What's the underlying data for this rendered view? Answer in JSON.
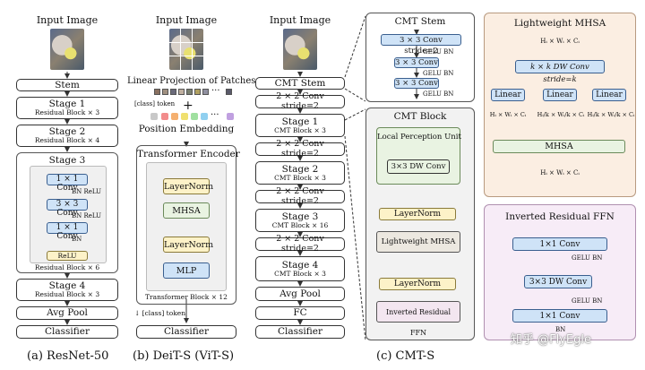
{
  "resnet": {
    "input_label": "Input Image",
    "stem": "Stem",
    "stage1": {
      "title": "Stage 1",
      "sub": "Residual Block × 3"
    },
    "stage2": {
      "title": "Stage 2",
      "sub": "Residual Block × 4"
    },
    "stage3": {
      "title": "Stage 3",
      "conv1": "1 × 1 Conv",
      "bn_relu1": "BN ReLU",
      "conv2": "3 × 3 Conv",
      "bn_relu2": "BN ReLU",
      "conv3": "1 × 1 Conv",
      "bn": "BN",
      "relu": "ReLU",
      "sub": "Residual Block × 6"
    },
    "stage4": {
      "title": "Stage 4",
      "sub": "Residual Block × 3"
    },
    "avgpool": "Avg Pool",
    "classifier": "Classifier",
    "caption": "(a)  ResNet-50"
  },
  "deit": {
    "input_label": "Input Image",
    "linear_proj": "Linear Projection of Patches",
    "class_token": "[class] token",
    "plus": "+",
    "pos_embed": "Position Embedding",
    "encoder_title": "Transformer Encoder",
    "layernorm1": "LayerNorm",
    "mhsa": "MHSA",
    "layernorm2": "LayerNorm",
    "mlp": "MLP",
    "block_sub": "Transformer Block × 12",
    "out_token": "[class] token",
    "classifier": "Classifier",
    "caption": "(b)  DeiT-S (ViT-S)",
    "dots": "···"
  },
  "cmt": {
    "input_label": "Input Image",
    "stem": "CMT Stem",
    "conv_s2_a": "2 × 2 Conv stride=2",
    "stage1": {
      "title": "Stage 1",
      "sub": "CMT Block × 3"
    },
    "conv_s2_b": "2 × 2 Conv stride=2",
    "stage2": {
      "title": "Stage 2",
      "sub": "CMT Block × 3"
    },
    "conv_s2_c": "2 × 2 Conv stride=2",
    "stage3": {
      "title": "Stage 3",
      "sub": "CMT Block × 16"
    },
    "conv_s2_d": "2 × 2 Conv stride=2",
    "stage4": {
      "title": "Stage 4",
      "sub": "CMT Block × 3"
    },
    "avgpool": "Avg Pool",
    "fc": "FC",
    "classifier": "Classifier",
    "caption": "(c)  CMT-S"
  },
  "cmt_stem": {
    "title": "CMT Stem",
    "conv1": "3 × 3 Conv stride=2",
    "gelu1": "GELU BN",
    "conv2": "3 × 3 Conv",
    "gelu2": "GELU BN",
    "conv3": "3 × 3 Conv",
    "gelu3": "GELU BN"
  },
  "cmt_block": {
    "title": "CMT Block",
    "lpu": "Local Perception Unit",
    "dwconv": "3×3 DW Conv",
    "layernorm1": "LayerNorm",
    "lmhsa": "Lightweight MHSA",
    "layernorm2": "LayerNorm",
    "irffn": "Inverted Residual FFN"
  },
  "lmhsa": {
    "title": "Lightweight MHSA",
    "in_dim": "Hᵢ × Wᵢ × Cᵢ",
    "dwconv": "k × k DW Conv stride=k",
    "linear1": "Linear",
    "linear2": "Linear",
    "linear3": "Linear",
    "dim_q": "Hᵢ × Wᵢ × Cᵢ",
    "dim_k": "Hᵢ/k × Wᵢ/k × Cᵢ",
    "dim_v": "Hᵢ/k × Wᵢ/k × Cᵢ",
    "mhsa": "MHSA",
    "out_dim": "Hᵢ × Wᵢ × Cᵢ"
  },
  "irffn": {
    "title": "Inverted Residual FFN",
    "conv1": "1×1 Conv",
    "gelu1": "GELU BN",
    "dwconv": "3×3 DW Conv",
    "gelu2": "GELU BN",
    "conv2": "1×1 Conv",
    "bn": "BN"
  },
  "watermark": "知乎 @FlyEgle",
  "colors": {
    "blue": "#cfe3f7",
    "yellow": "#fdf2c8",
    "green": "#e9f3e2",
    "mhsa_panel": "#fbeee2",
    "ffn_panel": "#f7ecf7"
  }
}
